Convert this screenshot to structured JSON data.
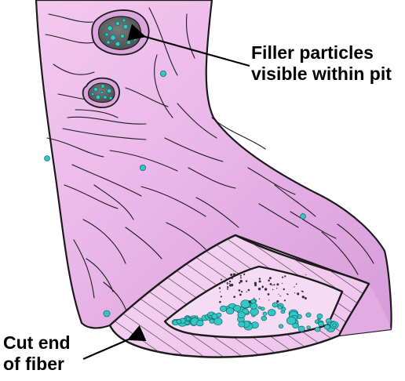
{
  "labels": {
    "filler": {
      "line1": "Filler particles",
      "line2": "visible within pit"
    },
    "cut_end": {
      "line1": "Cut end",
      "line2": "of fiber"
    }
  },
  "colors": {
    "fiber_light": "#f9d9f6",
    "fiber_mid": "#e6b3e6",
    "fiber_dark": "#cf8fd4",
    "pit_fill": "#6a6a6a",
    "particle": "#35c7c7",
    "particle_edge": "#0e6a6a",
    "outline": "#1a1a1a"
  }
}
